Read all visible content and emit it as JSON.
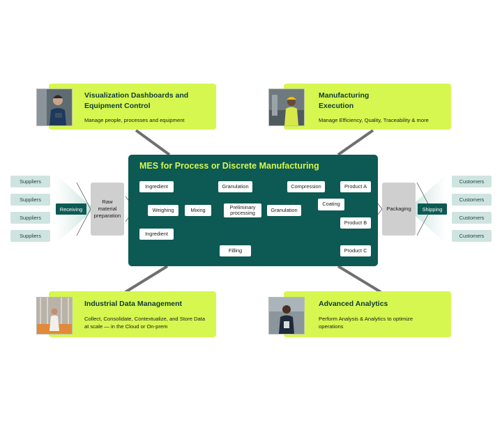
{
  "main": {
    "title": "MES for Process or Discrete Manufacturing",
    "nodes": {
      "ingredient_top": "Ingredient",
      "weighing": "Weighing",
      "ingredient_bottom": "Ingredient",
      "mixing": "Mixing",
      "granulation_top": "Granulation",
      "preliminary_processing": "Preliminary processing",
      "granulation_mid": "Granulation",
      "compression": "Compression",
      "coating": "Coating",
      "product_a": "Product A",
      "product_b": "Product B",
      "filling": "Filling",
      "product_c": "Product C"
    }
  },
  "left": {
    "suppliers": [
      "Suppliers",
      "Suppliers",
      "Suppliers",
      "Suppliers"
    ],
    "receiving": "Receiving",
    "raw_material": "Raw material preparation"
  },
  "right": {
    "customers": [
      "Customers",
      "Customers",
      "Customers",
      "Customers"
    ],
    "shipping": "Shipping",
    "packaging": "Packaging"
  },
  "cards": {
    "visualization": {
      "title": "Visualization Dashboards and Equipment Control",
      "desc": "Manage people, processes and equipment"
    },
    "execution": {
      "title": "Manufacturing Execution",
      "desc": "Manage Efficiency, Quality, Traceability & more"
    },
    "data": {
      "title": "Industrial Data Management",
      "desc": "Collect, Consolidate, Contextualize, and Store Data at scale — in the Cloud or On-prem"
    },
    "analytics": {
      "title": "Advanced Analytics",
      "desc": "Perform Analysis & Analytics to optimize operations"
    }
  },
  "colors": {
    "accent": "#d6f74f",
    "panel": "#0c5a53",
    "side_item": "#cfe4e0",
    "connector": "#6f6f6f"
  }
}
